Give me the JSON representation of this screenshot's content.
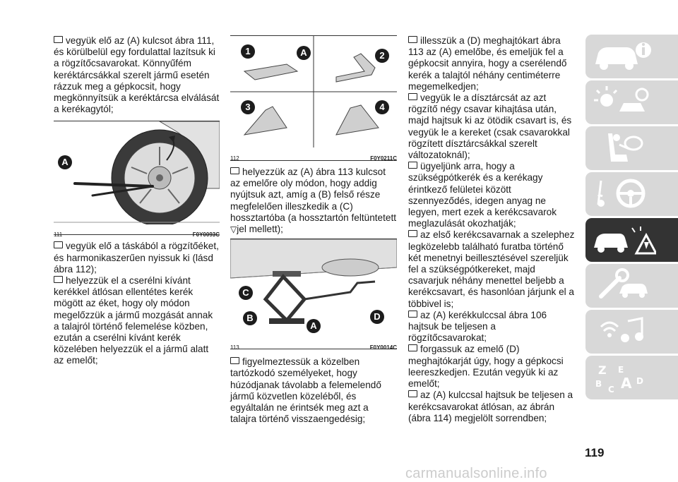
{
  "page_number": "119",
  "watermark": "carmanualsonline.info",
  "col1": {
    "p1": "vegyük elő az (A) kulcsot ábra 111, és körülbelül egy fordulattal lazítsuk ki a rögzítőcsavarokat. Könnyűfém keréktárcsákkal szerelt jármű esetén rázzuk meg a gépkocsit, hogy megkönnyítsük a keréktárcsa elválását a kerékagytól;",
    "fig111_number": "111",
    "fig111_code": "F0Y0093C",
    "fig111_label_a": "A",
    "p2": "vegyük elő a táskából a rögzítőéket, és harmonikaszerűen nyissuk ki (lásd ábra 112);",
    "p3": "helyezzük el a cserélni kívánt kerékkel átlósan ellentétes kerék mögött az éket, hogy oly módon megelőzzük a jármű mozgását annak a talajról történő felemelése közben, ezután a cserélni kívánt kerék közelében helyezzük el a jármű alatt az emelőt;"
  },
  "col2": {
    "fig112_number": "112",
    "fig112_code": "F0Y0211C",
    "fig112_badges": [
      "1",
      "A",
      "2",
      "3",
      "4"
    ],
    "p1": "helyezzük az (A) ábra 113 kulcsot az emelőre oly módon, hogy addig nyújtsuk azt, amíg a (B) felső része megfelelően illeszkedik a (C) hossztartóba (a hossztartón feltüntetett",
    "p1_end": "jel mellett);",
    "fig113_number": "113",
    "fig113_code": "F0Y0014C",
    "fig113_badges": [
      "C",
      "B",
      "A",
      "D"
    ],
    "p2": "figyelmeztessük a közelben tartózkodó személyeket, hogy húzódjanak távolabb a felemelendő jármű közvetlen közeléből, és egyáltalán ne érintsék meg azt a talajra történő visszaengedésig;"
  },
  "col3": {
    "p1": "illesszük a (D) meghajtókart ábra 113 az (A) emelőbe, és emeljük fel a gépkocsit annyira, hogy a cserélendő kerék a talajtól néhány centiméterre megemelkedjen;",
    "p2": "vegyük le a dísztárcsát az azt rögzítő négy csavar kihajtása után, majd hajtsuk ki az ötödik csavart is, és vegyük le a kereket (csak csavarokkal rögzített dísztárcsákkal szerelt változatoknál);",
    "p3": "ügyeljünk arra, hogy a szükségpótkerék és a kerékagy érintkező felületei között szennyeződés, idegen anyag ne legyen, mert ezek a kerékcsavarok meglazulását okozhatják;",
    "p4": "az első kerékcsavarnak a szelephez legközelebb található furatba történő két menetnyi beillesztésével szereljük fel a szükségpótkereket, majd csavarjuk néhány menettel beljebb a kerékcsavart, és hasonlóan járjunk el a többivel is;",
    "p5": "az (A) kerékkulccsal ábra 106 hajtsuk be teljesen a rögzítőcsavarokat;",
    "p6": "forgassuk az emelő (D) meghajtókarját úgy, hogy a gépkocsi leereszkedjen. Ezután vegyük ki az emelőt;",
    "p7": "az (A) kulccsal hajtsuk be teljesen a kerékcsavarokat átlósan, az ábrán (ábra 114) megjelölt sorrendben;"
  },
  "sidebar": {
    "items": [
      {
        "icon": "car-info-icon"
      },
      {
        "icon": "dashboard-lights-icon"
      },
      {
        "icon": "airbag-seat-icon"
      },
      {
        "icon": "steering-wheel-icon"
      },
      {
        "icon": "breakdown-warning-icon"
      },
      {
        "icon": "wrench-car-icon"
      },
      {
        "icon": "media-music-icon"
      },
      {
        "icon": "alphabet-index-icon"
      }
    ],
    "active_index": 4,
    "colors": {
      "inactive": "#d8d8d8",
      "active": "#333333",
      "icon": "#ffffff"
    }
  }
}
